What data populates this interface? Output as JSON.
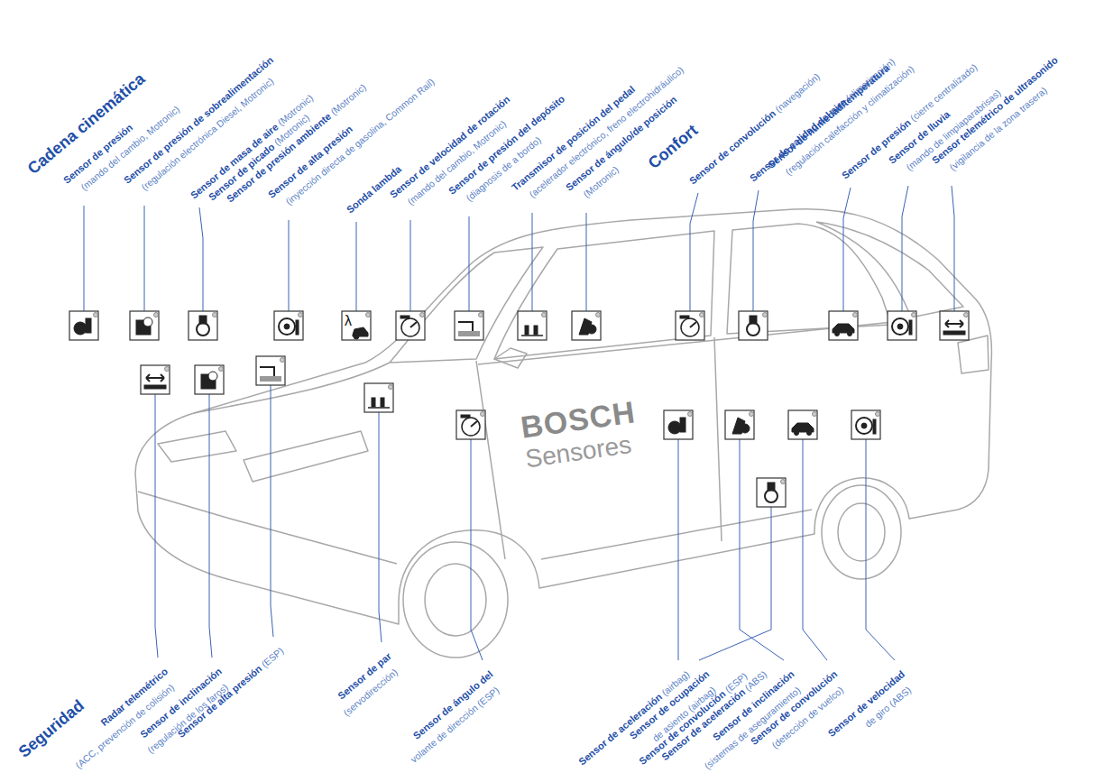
{
  "diagram": {
    "labels": [
      "Cadena cinemática",
      "Sensor de presión",
      "(mando del cambio, Motronic)",
      "Sensor de presión de sobrealimentación",
      "(regulación electrónica Diesel, Motronic)",
      "Sensor de masa de aire",
      "(Motronic)",
      "Sensor de picado",
      "(Motronic)",
      "Sensor de presión ambiente",
      "(Motronic)",
      "Sensor de alta presión",
      "(inyección directa de gasolina, Common Rail)",
      "Sonda lambda",
      "Sensor de velocidad de rotación",
      "(mando del cambio, Motronic)",
      "Sensor de presión del depósito",
      "(diagnosis de a bordo)",
      "Transmisor de posición del pedal",
      "(acelerador electrónico, freno electrohidráulico)",
      "Sensor de ángulo/de posición",
      "(Motronic)",
      "Confort",
      "Sensor de convolución",
      "(navegación)",
      "Sensor de calidad del aire",
      "(climatización)",
      "Sensor de humedad/temperatura",
      "(regulación calefacción y climatización)",
      "Sensor de presión",
      "(cierre centralizado)",
      "Sensor de lluvia",
      "(mando de limpiaparabrisas)",
      "Sensor telemétrico de ultrasonido",
      "(vigilancia de la zona trasera)",
      "Seguridad",
      "Radar telemétrico",
      "(ACC, prevención de colisión)",
      "Sensor de inclinación",
      "(regulación de los faros)",
      "Sensor de alta presión",
      "(ESP)",
      "Sensor de par",
      "(servodirección)",
      "Sensor de ángulo del",
      "volante de dirección (ESP)",
      "Sensor de aceleración",
      "(airbag)",
      "Sensor de ocupación",
      "de asiento (airbag)",
      "Sensor de convolución",
      "(ESP)",
      "Sensor de aceleración",
      "(ABS)",
      "Sensor de inclinación",
      "(sistemas de aseguramiento)",
      "Sensor de convolución",
      "(detección de vuelco)",
      "Sensor de velocidad",
      "de giro (ABS)",
      "BOSCH",
      "Sensores",
      "λ"
    ]
  }
}
